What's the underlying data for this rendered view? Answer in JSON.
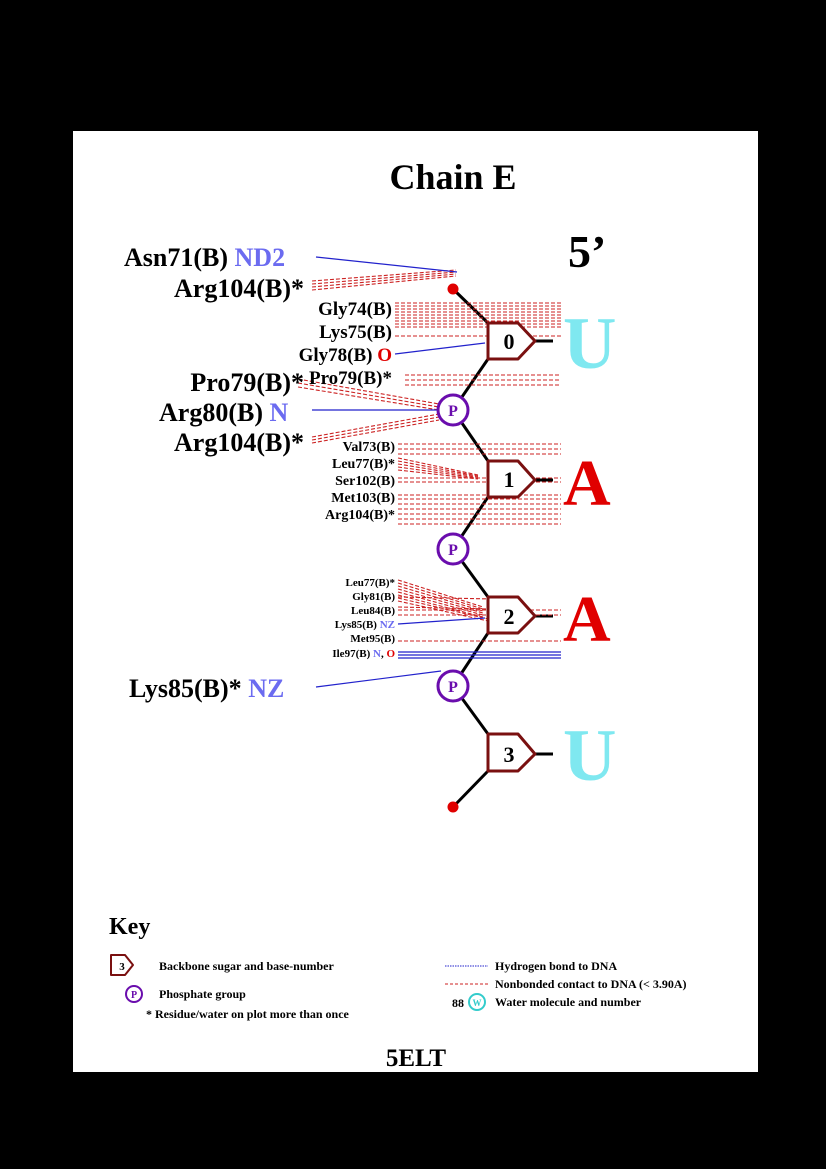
{
  "title": "Chain E",
  "five_prime": "5’",
  "footer": "5ELT",
  "colors": {
    "sugar": "#7a1010",
    "phosphate": "#6a0dad",
    "hbond": "#2222cc",
    "nonbond": "#cc2222",
    "base_U": "#7fe8f0",
    "base_A": "#e00000",
    "atom_blue": "#6b6bf0",
    "atom_red": "#e00000",
    "terminal_dot": "#e00000",
    "water": "#33cccc"
  },
  "nucleotides": [
    {
      "number": "0",
      "base": "U"
    },
    {
      "number": "1",
      "base": "A"
    },
    {
      "number": "2",
      "base": "A"
    },
    {
      "number": "3",
      "base": "U"
    }
  ],
  "phosphates": [
    "P",
    "P",
    "P"
  ],
  "residues": [
    {
      "name": "Asn71(B)",
      "atom": "ND2",
      "atom_color": "blue",
      "bond": "hbond"
    },
    {
      "name": "Arg104(B)*",
      "atom": "",
      "bond": "nonbond"
    },
    {
      "name": "Gly74(B)",
      "atom": "",
      "bond": "nonbond"
    },
    {
      "name": "Lys75(B)",
      "atom": "",
      "bond": "nonbond"
    },
    {
      "name": "Gly78(B)",
      "atom": "O",
      "atom_color": "red",
      "bond": "hbond"
    },
    {
      "name": "Pro79(B)*",
      "atom": "",
      "bond": "nonbond"
    },
    {
      "name": "Pro79(B)*",
      "atom": "",
      "bond": "nonbond"
    },
    {
      "name": "Arg80(B)",
      "atom": "N",
      "atom_color": "blue",
      "bond": "hbond"
    },
    {
      "name": "Arg104(B)*",
      "atom": "",
      "bond": "nonbond"
    },
    {
      "name": "Val73(B)",
      "atom": "",
      "bond": "nonbond"
    },
    {
      "name": "Leu77(B)*",
      "atom": "",
      "bond": "nonbond"
    },
    {
      "name": "Ser102(B)",
      "atom": "",
      "bond": "nonbond"
    },
    {
      "name": "Met103(B)",
      "atom": "",
      "bond": "nonbond"
    },
    {
      "name": "Arg104(B)*",
      "atom": "",
      "bond": "nonbond"
    },
    {
      "name": "Leu77(B)*",
      "atom": "",
      "bond": "nonbond"
    },
    {
      "name": "Gly81(B)",
      "atom": "",
      "bond": "nonbond"
    },
    {
      "name": "Leu84(B)",
      "atom": "",
      "bond": "nonbond"
    },
    {
      "name": "Lys85(B)",
      "atom": "NZ",
      "atom_color": "blue",
      "bond": "hbond"
    },
    {
      "name": "Met95(B)",
      "atom": "",
      "bond": "nonbond"
    },
    {
      "name": "Ile97(B)",
      "atom": "N",
      "atom_color": "blue",
      "atom_sep": ", ",
      "atom2": "O",
      "atom2_color": "red",
      "bond": "hbond"
    },
    {
      "name": "Lys85(B)*",
      "atom": "NZ",
      "atom_color": "blue",
      "bond": "hbond"
    }
  ],
  "key": {
    "heading": "Key",
    "sugar_number": "3",
    "sugar_label": "Backbone sugar and base-number",
    "phosphate_symbol": "P",
    "phosphate_label": "Phosphate group",
    "asterisk_label": "* Residue/water on plot more than once",
    "hbond_label": "Hydrogen bond to DNA",
    "nonbond_label": "Nonbonded contact to DNA (< 3.90A)",
    "water_number": "88",
    "water_symbol": "W",
    "water_label": "Water molecule and number"
  }
}
